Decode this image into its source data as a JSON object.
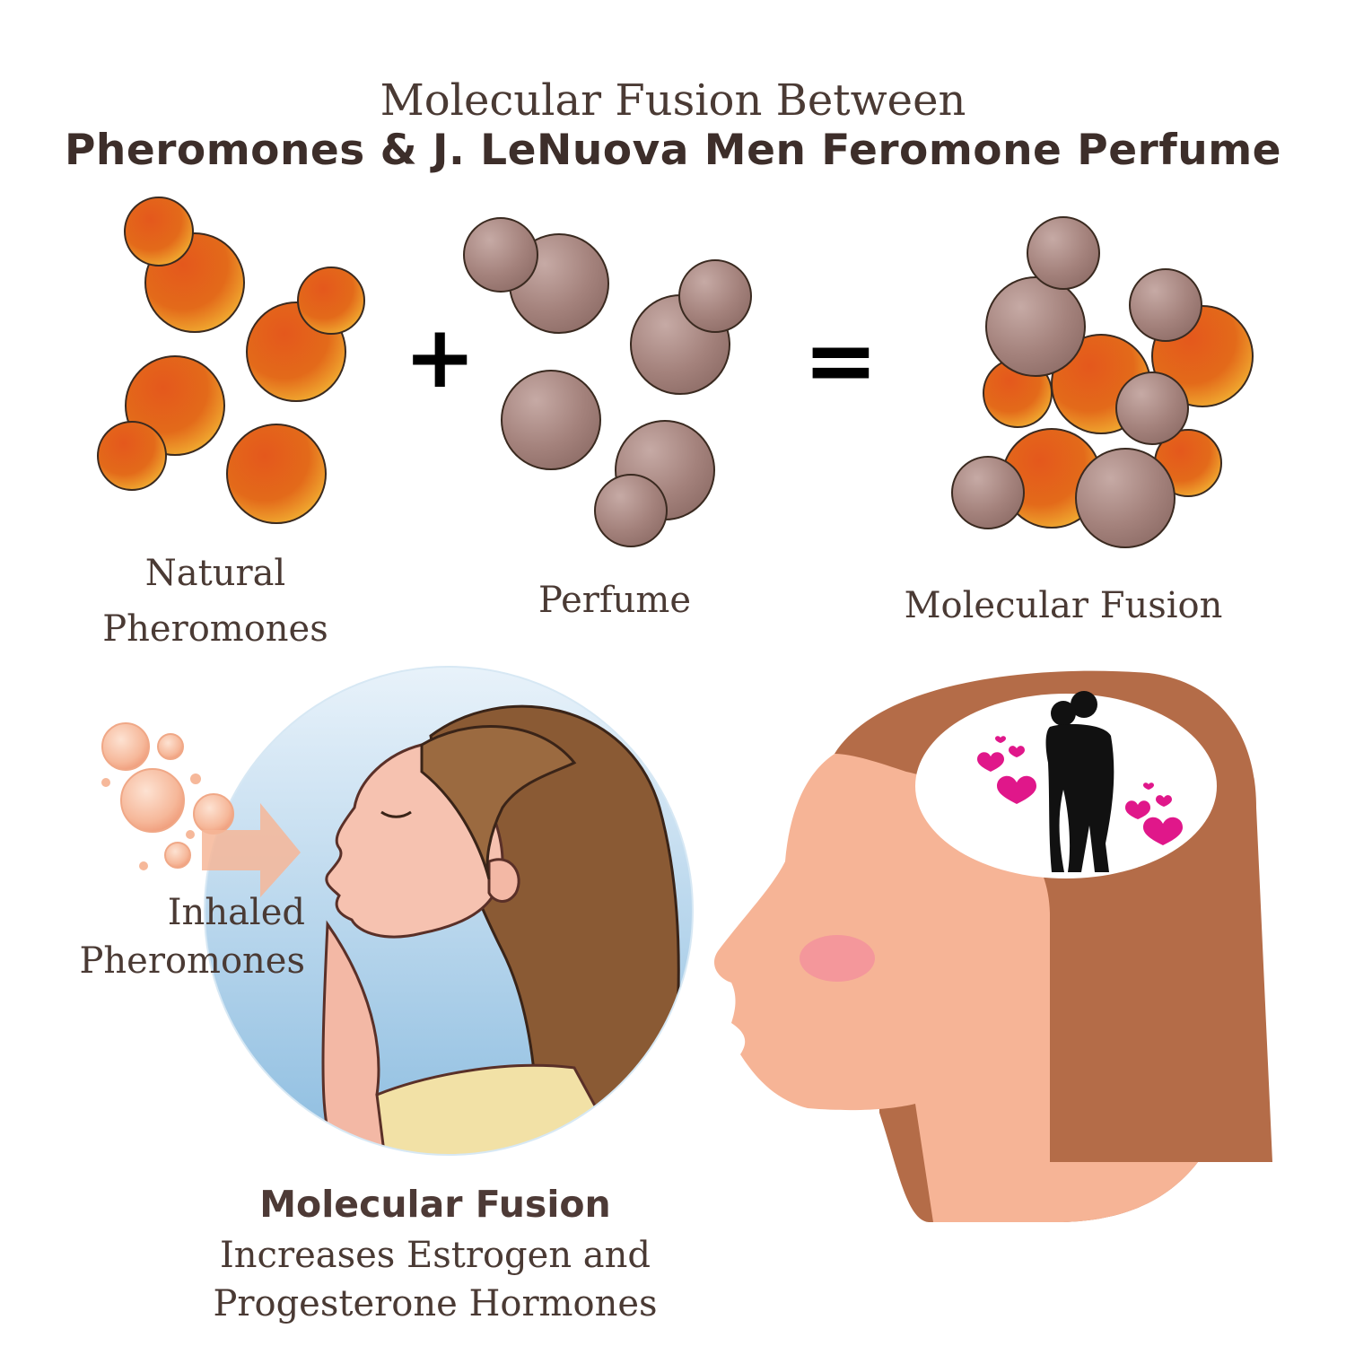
{
  "title": {
    "line1": "Molecular Fusion Between",
    "line2": "Pheromones & J. LeNuova Men Feromone Perfume"
  },
  "equation": {
    "plus": "+",
    "equals": "=",
    "labels": {
      "natural": [
        "Natural",
        "Pheromones"
      ],
      "perfume": "Perfume",
      "fusion": "Molecular Fusion"
    }
  },
  "inhaled_label": [
    "Inhaled",
    "Pheromones"
  ],
  "fusion_caption": {
    "heading": "Molecular Fusion",
    "lines": [
      "Increases Estrogen and",
      "Progesterone  Hormones"
    ]
  },
  "colors": {
    "text": "#4a3a34",
    "pheromone": "#e0661a",
    "pheromone_glow": "#f2b233",
    "perfume": "#a7857f",
    "hair": "#b06a46",
    "skin": "#f6b496",
    "sky": "#b8d6ec",
    "hearts": "#e0178a"
  }
}
